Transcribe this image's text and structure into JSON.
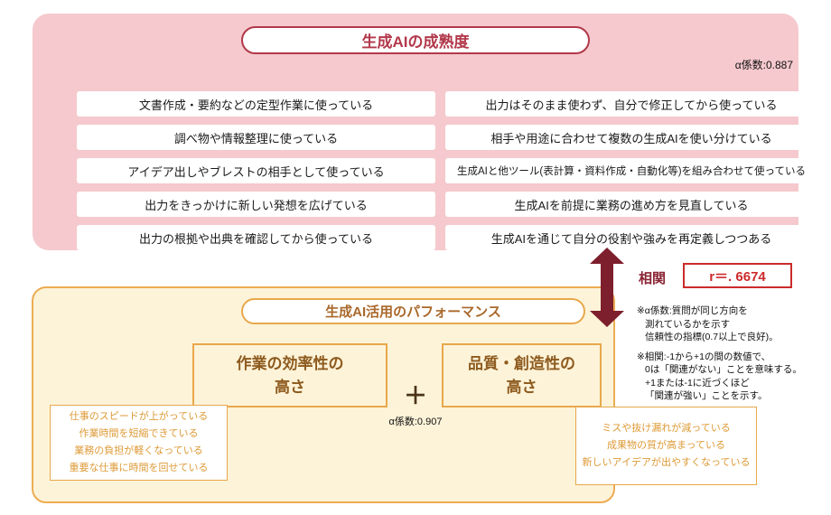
{
  "top_panel": {
    "title": "生成AIの成熟度",
    "alpha_label": "α係数:0.887",
    "left_items": [
      "文書作成・要約などの定型作業に使っている",
      "調べ物や情報整理に使っている",
      "アイデア出しやブレストの相手として使っている",
      "出力をきっかけに新しい発想を広げている",
      "出力の根拠や出典を確認してから使っている"
    ],
    "right_items": [
      "出力はそのまま使わず、自分で修正してから使っている",
      "相手や用途に合わせて複数の生成AIを使い分けている",
      "生成AIと他ツール(表計算・資料作成・自動化等)を組み合わせて使っている",
      "生成AIを前提に業務の進め方を見直している",
      "生成AIを通じて自分の役割や強みを再定義しつつある"
    ]
  },
  "correlation": {
    "label": "相関",
    "value": "r＝. 6674"
  },
  "notes": {
    "alpha_note": [
      "※α係数:質問が同じ方向を",
      "測れているかを示す",
      "信頼性の指標(0.7以上で良好)。"
    ],
    "correlation_note": [
      "※相関:-1から+1の間の数値で、",
      "0は「関連がない」ことを意味する。",
      "+1または-1に近づくほど",
      "「関連が強い」ことを示す。"
    ]
  },
  "bottom_panel": {
    "title": "生成AI活用のパフォーマンス",
    "efficiency_label": "作業の効率性の\n高さ",
    "quality_label": "品質・創造性の\n高さ",
    "plus_sign": "＋",
    "alpha_label": "α係数:0.907",
    "efficiency_examples": [
      "仕事のスピードが上がっている",
      "作業時間を短縮できている",
      "業務の負担が軽くなっている",
      "重要な仕事に時間を回せている"
    ],
    "quality_examples": [
      "ミスや抜け漏れが減っている",
      "成果物の質が高まっている",
      "新しいアイデアが出やすくなっている"
    ]
  },
  "colors": {
    "maturity_bg": "#f5c9cd",
    "maturity_accent": "#b2394b",
    "arrow": "#7d1f2d",
    "correlation_red": "#cc2b2b",
    "performance_bg": "#fdf3d8",
    "performance_border": "#e8a84c",
    "performance_text": "#8d5a1e",
    "example_text": "#dd9a36"
  }
}
